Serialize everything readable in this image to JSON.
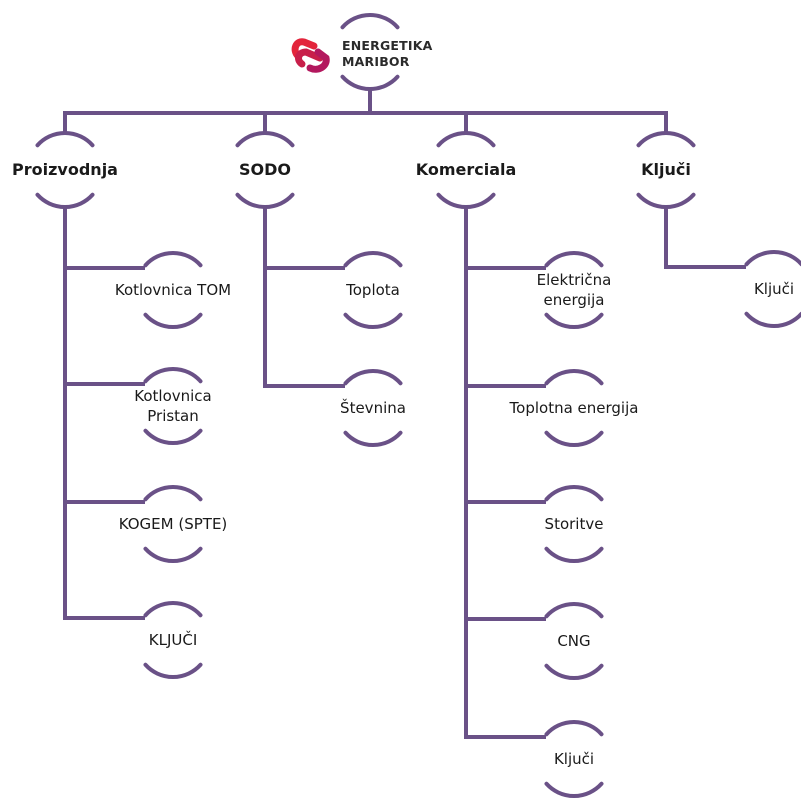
{
  "colors": {
    "line": "#6a5187",
    "text": "#1a1a1a",
    "logo_red": "#e3243b",
    "logo_magenta": "#b3185e"
  },
  "root": {
    "logo_icon": "energetika-maribor-logo-icon",
    "name": "ENERGETIKA\nMARIBOR"
  },
  "branches": [
    {
      "label": "Proizvodnja",
      "children": [
        "Kotlovnica TOM",
        "Kotlovnica\nPristan",
        "KOGEM (SPTE)",
        "KLJUČI"
      ]
    },
    {
      "label": "SODO",
      "children": [
        "Toplota",
        "Števnina"
      ]
    },
    {
      "label": "Komerciala",
      "children": [
        "Električna\nenergija",
        "Toplotna energija",
        "Storitve",
        "CNG",
        "Ključi"
      ]
    },
    {
      "label": "Ključi",
      "children": [
        "Ključi"
      ]
    }
  ]
}
